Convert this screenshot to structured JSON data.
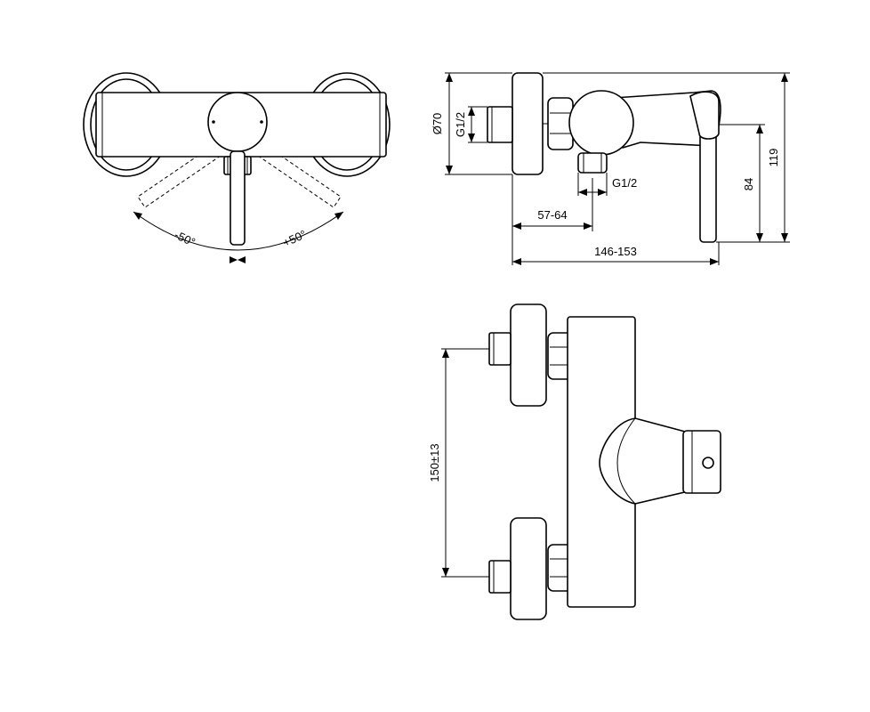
{
  "angles": {
    "left": "-50°",
    "right": "+50°"
  },
  "side_view": {
    "diameter": "Ø70",
    "inlet_thread": "G1/2",
    "outlet_thread": "G1/2",
    "outlet_depth": "57-64",
    "total_depth": "146-153",
    "lever_height": "84",
    "total_height": "119"
  },
  "front_view": {
    "inlet_spacing": "150±13"
  }
}
